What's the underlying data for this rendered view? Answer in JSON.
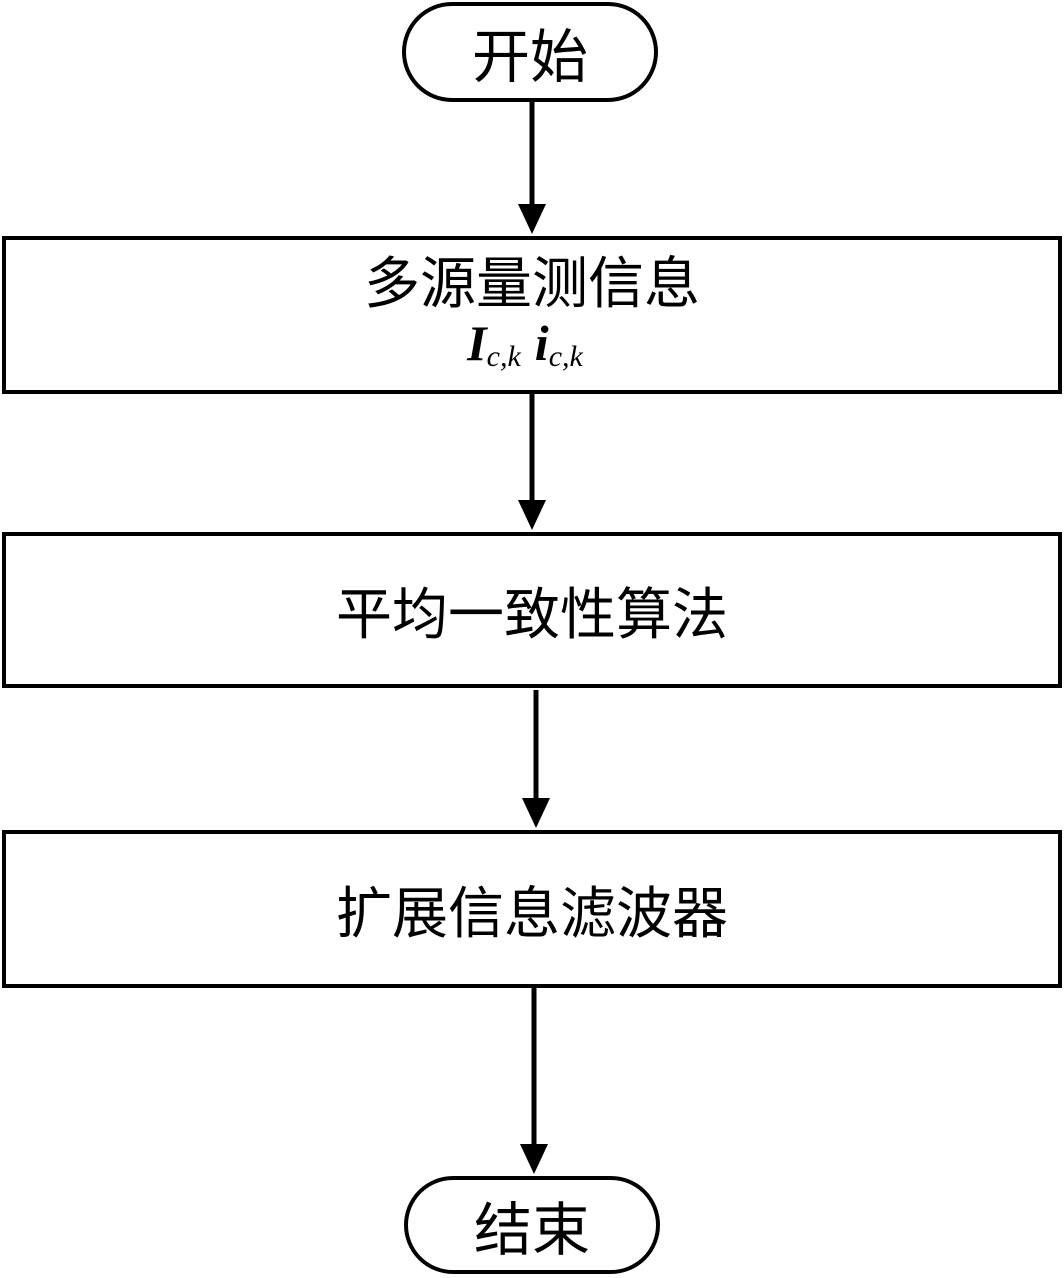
{
  "flowchart": {
    "start_label": "开始",
    "step1": {
      "label": "多源量测信息",
      "symbol1": "I",
      "subscript1": "c,k",
      "symbol2": "i",
      "subscript2": "c,k"
    },
    "step2": {
      "label": "平均一致性算法"
    },
    "step3": {
      "label": "扩展信息滤波器"
    },
    "end_label": "结束"
  }
}
